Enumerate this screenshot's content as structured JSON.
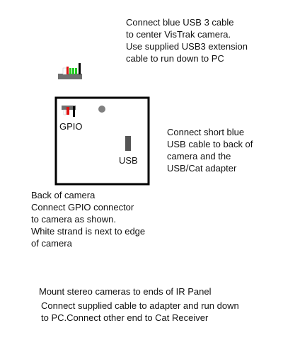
{
  "notes": {
    "usb3_cable": "Connect blue USB 3 cable\nto center VisTrak camera.\nUse supplied USB3 extension\ncable to run down to PC",
    "short_usb_cable": "Connect short blue\nUSB cable to back of\ncamera and the\nUSB/Cat adapter",
    "back_of_camera": "Back of camera\nConnect GPIO  connector\nto camera as shown.\nWhite strand is next to edge\nof camera",
    "mount_stereo": "Mount stereo cameras to ends of IR Panel",
    "supplied_cable": "Connect supplied cable to adapter and run down\nto PC.Connect other end to Cat Receiver"
  },
  "labels": {
    "gpio": "GPIO",
    "usb": "USB"
  },
  "colors": {
    "outline": "#000000",
    "connector_gray": "#6f6f6f",
    "lens_gray": "#808080",
    "usb_port": "#555555",
    "wire_red": "#e01010",
    "wire_green": "#22cc22",
    "wire_white": "#ffffff"
  }
}
